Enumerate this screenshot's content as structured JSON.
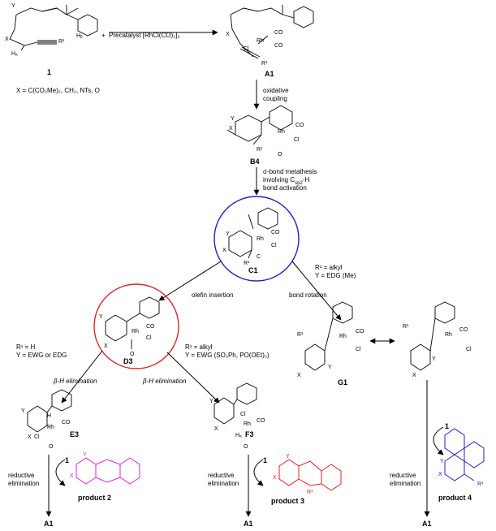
{
  "colors": {
    "c1_circle": "#1f1fbf",
    "d3_circle": "#d22a2a",
    "product_2": "#e020e0",
    "product_3": "#e02020",
    "product_4": "#2020c8"
  },
  "top": {
    "substrate": "1",
    "plus": "+",
    "precatalyst": "Precatalyst [RhCl(CO)₂]₂",
    "x_definition": "X = C(CO₂Me)₂, CH₂, NTs, O",
    "a1": "A1"
  },
  "steps": {
    "oxidative_line1": "oxidative",
    "oxidative_line2": "coupling",
    "sigma_line1": "σ-bond metathesis",
    "sigma_line2": "involving C",
    "sigma_line2_sub": "sp2",
    "sigma_line2_end": "-H",
    "sigma_line3": "bond activation",
    "olefin_insertion": "olefin insertion",
    "bond_rotation": "bond rotation",
    "r1_alkyl": "R¹ = alkyl",
    "y_edg_me": "Y = EDG (Me)",
    "r1_h": "R¹ = H",
    "y_ewg_or_edg": "Y = EWG or EDG",
    "r1_alkyl_2": "R¹ = alkyl",
    "y_ewg_so2": "Y = EWG (SO₂Ph, PO(OEt)₂)",
    "beta_h_1": "β-H elimination",
    "beta_h_2": "β-H elimination",
    "reductive_1a": "reductive",
    "reductive_1b": "elimination",
    "reductive_2a": "reductive",
    "reductive_2b": "elimination",
    "reductive_3a": "reductive",
    "reductive_3b": "elimination"
  },
  "compounds": {
    "b4": "B4",
    "c1": "C1",
    "d3": "D3",
    "g1": "G1",
    "e3": "E3",
    "f3": "F3",
    "product_2": "product 2",
    "product_3": "product 3",
    "product_4": "product 4",
    "a1_end_1": "A1",
    "a1_end_2": "A1",
    "a1_end_3": "A1",
    "one_1": "1",
    "one_2": "1",
    "one_3": "1"
  },
  "atoms": {
    "X": "X",
    "Y": "Y",
    "Rh": "Rh",
    "CO": "CO",
    "Cl": "Cl",
    "R1": "R¹",
    "HA": "Hₐ",
    "HB": "Hᵦ",
    "H": "H",
    "C": "C",
    "O": "O"
  }
}
